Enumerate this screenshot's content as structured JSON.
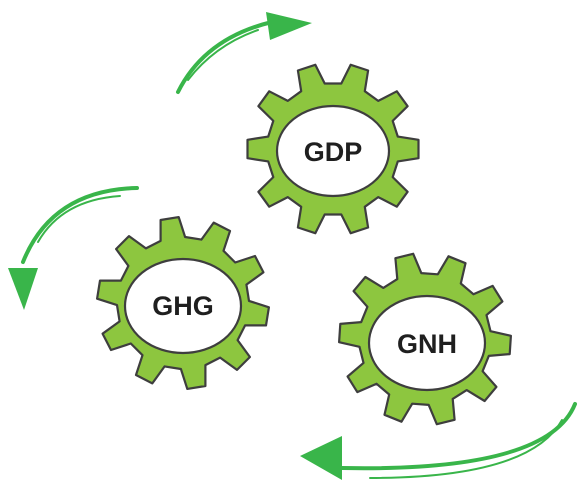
{
  "gears": [
    {
      "label": "GDP"
    },
    {
      "label": "GHG"
    },
    {
      "label": "GNH"
    }
  ],
  "colors": {
    "gear_fill": "#8dc63f",
    "gear_outline": "#3e3e3e",
    "arrow": "#39b54a",
    "hole": "#ffffff"
  },
  "arrows": [
    {
      "icon": "curved-arrow-icon",
      "direction": "clockwise"
    },
    {
      "icon": "curved-arrow-icon",
      "direction": "counterclockwise"
    },
    {
      "icon": "curved-arrow-icon",
      "direction": "counterclockwise"
    }
  ]
}
